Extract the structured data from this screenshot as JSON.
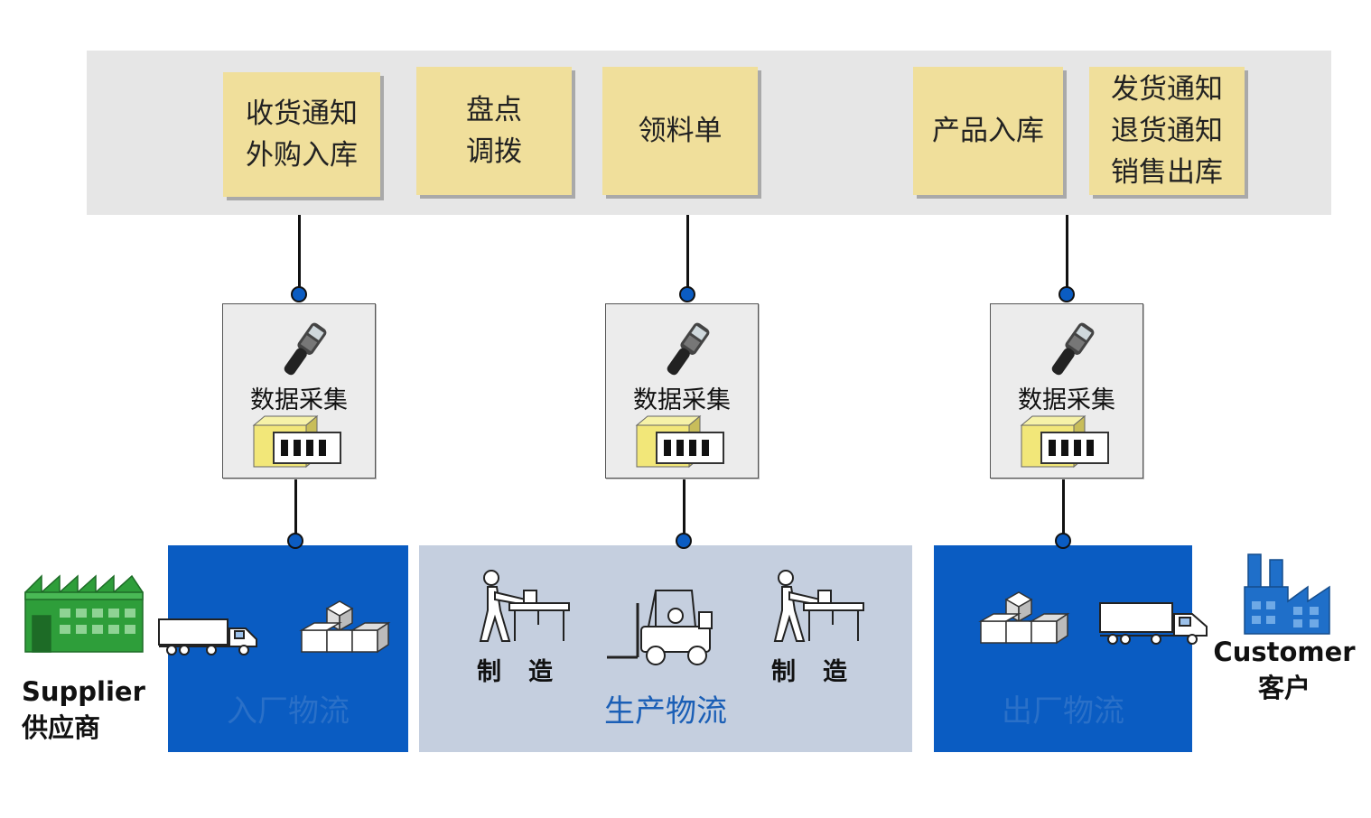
{
  "documents": {
    "receiving": [
      "收货通知",
      "外购入库"
    ],
    "inventory": [
      "盘点",
      "调拨"
    ],
    "picking": [
      "领料单"
    ],
    "product_in": [
      "产品入库"
    ],
    "shipping": [
      "发货通知",
      "退货通知",
      "销售出库"
    ]
  },
  "collection": {
    "left_label": "数据采集",
    "middle_label": "数据采集",
    "right_label": "数据采集"
  },
  "zones": {
    "inbound": "入厂物流",
    "production": "生产物流",
    "outbound": "出厂物流"
  },
  "production": {
    "manufacture_left": "制造",
    "manufacture_right": "制造"
  },
  "supplier": {
    "en": "Supplier",
    "zh": "供应商"
  },
  "customer": {
    "en": "Customer",
    "zh": "客户"
  },
  "colors": {
    "band": "#e6e6e6",
    "note": "#f0df9b",
    "zone_blue": "#0a5cc2",
    "zone_light": "#c5cfdf",
    "dot": "#0b5cc2",
    "supplier_factory": "#2e9e3a",
    "customer_factory": "#1f6fc9"
  },
  "icons": [
    "scanner-icon",
    "barcode-label-icon",
    "truck-icon",
    "boxes-icon",
    "worker-icon",
    "forklift-icon",
    "factory-icon"
  ]
}
